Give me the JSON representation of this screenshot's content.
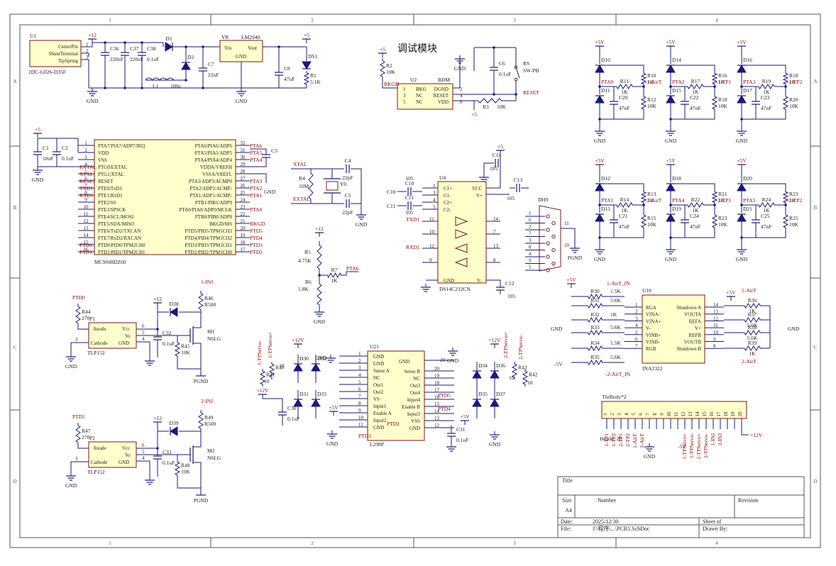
{
  "title_cn": "调试模块",
  "zones": {
    "columns": [
      "1",
      "2",
      "3",
      "4"
    ],
    "rows": [
      "A",
      "B",
      "C",
      "D"
    ]
  },
  "title_block": {
    "title_label": "Title",
    "size_label": "Size",
    "size_value": "A4",
    "number_label": "Number",
    "revision_label": "Revision",
    "date_label": "Date:",
    "date_value": "2025/12/30",
    "sheet_label": "Sheet    of",
    "file_label": "File:",
    "file_value": "J:\\程序\\...\\PCB1.SchDoc",
    "drawn_by_label": "Drawn By:"
  },
  "power_supply": {
    "u1_ref": "U1",
    "u1_pins": [
      "CenterPin",
      "ShuntTerminal",
      "TipSpring"
    ],
    "u1_part": "2DC-G026-D35F",
    "plus12": "+12",
    "plus5": "+5",
    "gnd": "GND",
    "c36": "C36",
    "c36_val": "220uF",
    "c37": "C37",
    "c37_val": "220uF",
    "c38": "C38",
    "c38_val": "0.1uF",
    "d1": "D1",
    "d2": "D2",
    "l1": "L1",
    "l1_val": "100u",
    "c7": "C7",
    "c7_val": "22uF",
    "vr": "VR",
    "vr_part": "LM2940",
    "vr_vin": "Vin",
    "vr_vout": "Vout",
    "vr_gnd": "GND",
    "c8": "C8",
    "c8_val": "47uF",
    "r1": "R1",
    "r1_val": "5.1K",
    "ds1": "DS1"
  },
  "mcu": {
    "ref": "MC9S08DZ60",
    "left_pins": [
      {
        "n": "1",
        "name": "PTA7/PIA7/ADP7/IRQ",
        "net": ""
      },
      {
        "n": "2",
        "name": "VDD",
        "net": ""
      },
      {
        "n": "3",
        "name": "VSS",
        "net": ""
      },
      {
        "n": "4",
        "name": "PTG0/EXTAL",
        "net": "EXTAL"
      },
      {
        "n": "5",
        "name": "PTG1/XTAL",
        "net": "XTAL"
      },
      {
        "n": "6",
        "name": "RESET",
        "net": "RESET"
      },
      {
        "n": "7",
        "name": "PTE0/TxD1",
        "net": "TXD1"
      },
      {
        "n": "8",
        "name": "PTE1/RxD1",
        "net": "RXD1"
      },
      {
        "n": "9",
        "name": "PTE2/SS",
        "net": ""
      },
      {
        "n": "10",
        "name": "PTE3/SPSCK",
        "net": ""
      },
      {
        "n": "11",
        "name": "PTE4/SCL/MOSI",
        "net": ""
      },
      {
        "n": "12",
        "name": "PTE5/SDA/MISO",
        "net": ""
      },
      {
        "n": "13",
        "name": "PTE6/TxD2/TXCAN",
        "net": ""
      },
      {
        "n": "14",
        "name": "PTE7/RxD2/RXCAN",
        "net": ""
      },
      {
        "n": "15",
        "name": "PTD0/PID0/TPM2CH0",
        "net": "PTD0"
      },
      {
        "n": "16",
        "name": "PTD1/PID1/TPM2CH1",
        "net": "PTD1"
      }
    ],
    "right_pins": [
      {
        "n": "32",
        "name": "PTA6/PIA6/ADP6",
        "net": "PTA6"
      },
      {
        "n": "31",
        "name": "PTA5/PIA5/ADP5",
        "net": "PTA5"
      },
      {
        "n": "30",
        "name": "PTA4/PIA4/ADP4",
        "net": "PTA4"
      },
      {
        "n": "29",
        "name": "VDDA/VREFH",
        "net": ""
      },
      {
        "n": "28",
        "name": "VSSA/VREFL",
        "net": ""
      },
      {
        "n": "27",
        "name": "PTA3/ADP3/ACMP0",
        "net": "PTA3"
      },
      {
        "n": "26",
        "name": "PTA2/ADP2/ACMP-",
        "net": "PTA2"
      },
      {
        "n": "25",
        "name": "PTA1/ADP1/ACMP-",
        "net": "PTA1"
      },
      {
        "n": "24",
        "name": "PTB1/PIB1/ADP9",
        "net": ""
      },
      {
        "n": "23",
        "name": "PTA0/PIA0/ADP0/MCLK",
        "net": "PTA0"
      },
      {
        "n": "22",
        "name": "PTB0/PIB0/ADP8",
        "net": ""
      },
      {
        "n": "21",
        "name": "BKGD/MS",
        "net": "BKGD"
      },
      {
        "n": "20",
        "name": "PTD5/PID5/TPM1CH3",
        "net": "PTD5"
      },
      {
        "n": "19",
        "name": "PTD4/PID4/TPM1CH2",
        "net": "PTD4"
      },
      {
        "n": "18",
        "name": "PTD3/PID3/TPM1CH1",
        "net": "PTD3"
      },
      {
        "n": "17",
        "name": "PTD2/PID2/TPM1CH0",
        "net": "PTD2"
      }
    ],
    "c1": "C1",
    "c1_val": "10uF",
    "c2": "C2",
    "c2_val": "0.1uF",
    "c3": "C3"
  },
  "debug": {
    "r2": "R2",
    "r2_val": "10K",
    "u2": "U2",
    "u2_part": "BDM",
    "u2_pins_left": [
      "BKG",
      "NC",
      "NC"
    ],
    "u2_pins_right": [
      "DGND",
      "RESET",
      "VDD"
    ],
    "u2_nums_left": [
      "1",
      "3",
      "5"
    ],
    "u2_nums_right": [
      "2",
      "4",
      "6"
    ],
    "bkgd": "BKGD",
    "c6": "C6",
    "c6_val": "0.1uF",
    "rs": "RS",
    "rs_part": "SW-PB",
    "r3": "R3",
    "r3_val": "10K",
    "reset": "RESET"
  },
  "crystal": {
    "xtal": "XTAL",
    "extal": "EXTAL",
    "r4": "R4",
    "r4_val": "10M",
    "c4": "C4",
    "c4_val": "22pF",
    "c5": "C5",
    "c5_val": "22pF",
    "y0": "Y0"
  },
  "rs232": {
    "u4": "U4",
    "u4_part": "DS14C232CN",
    "left": [
      "C1+",
      "C1-",
      "C2+",
      "C2-"
    ],
    "left_nums": [
      "1",
      "3",
      "4",
      "5"
    ],
    "right": [
      "VCC",
      "V+"
    ],
    "right_nums": [
      "16",
      "2"
    ],
    "c14": "C14",
    "c13": "C13",
    "c10": "C10",
    "c11": "C11",
    "c12": "C12",
    "cap_val": "105",
    "txd1": "TXD1",
    "rxd1": "RXD1",
    "dh9": "DH9",
    "pgnd": "PGND"
  },
  "divider": {
    "plus12": "+12",
    "r5": "R5",
    "r5_val": "4.75K",
    "r6": "R6",
    "r6_val": "1.8K",
    "r7": "R7",
    "r7_val": "1K",
    "pta6": "PTA6"
  },
  "airt_blocks": [
    {
      "pta": "PTA0",
      "d_top": "D10",
      "d_bot": "D11",
      "r_top": "R10",
      "r_mid": "R11",
      "r_bot": "R12",
      "c": "C20",
      "out": "1-AirT"
    },
    {
      "pta": "PTA2",
      "d_top": "D14",
      "d_bot": "D15",
      "r_top": "R16",
      "r_mid": "R17",
      "r_bot": "R18",
      "c": "C22",
      "out": "1-TP1"
    },
    {
      "pta": "PTA3",
      "d_top": "D16",
      "d_bot": "D17",
      "r_top": "R18",
      "r_mid": "R19",
      "r_bot": "R20",
      "c": "C23",
      "out": "1-TP2"
    },
    {
      "pta": "PTA1",
      "d_top": "D12",
      "d_bot": "D13",
      "r_top": "R13",
      "r_mid": "R14",
      "r_bot": "R15",
      "c": "C21",
      "out": "2-AirT"
    },
    {
      "pta": "PTA4",
      "d_top": "D18",
      "d_bot": "D19",
      "r_top": "R21",
      "r_mid": "R22",
      "r_bot": "R23",
      "c": "C24",
      "out": "2-TP1"
    },
    {
      "pta": "PTA5",
      "d_top": "D20",
      "d_bot": "D21",
      "r_top": "R23",
      "r_mid": "R24",
      "r_bot": "R25",
      "c": "C25",
      "out": "2-TP2"
    }
  ],
  "airt_values": {
    "r_top": "1K",
    "r_mid": "1K",
    "r_bot": "10K",
    "c": "47nF",
    "vcc": "+5V",
    "gnd": "GND"
  },
  "ina": {
    "u10": "U10",
    "part": "INA2322",
    "left": [
      "RGA",
      "VINA-",
      "VINA+",
      "V-",
      "VINB+",
      "VINB-",
      "RGB"
    ],
    "left_nums": [
      "1",
      "2",
      "3",
      "4",
      "5",
      "6",
      "7"
    ],
    "right": [
      "Shutdown A",
      "VOUTA",
      "REFA",
      "V+",
      "REFB",
      "VOUTB",
      "Shutdown B"
    ],
    "right_nums": [
      "14",
      "13",
      "12",
      "11",
      "10",
      "9",
      "8"
    ],
    "r_left": [
      "R30",
      "R31",
      "R32",
      "R33",
      "R34",
      "R35"
    ],
    "r_left_vals": [
      "1.5K",
      "5.6K",
      "1K",
      "5.6K",
      "1.5K",
      "5.6K"
    ],
    "r_right": [
      "R36",
      "R37",
      "R38",
      "R39"
    ],
    "r_right_vals": [
      "1K",
      "5.6K",
      "5.6K",
      "1K"
    ],
    "in1": "1-AirT_IN",
    "in2": "2-AirT_IN",
    "out1": "1-AirT",
    "out2": "2-AirT",
    "pv": "+5V",
    "nv": "-5V",
    "gnd": "GND"
  },
  "opto": [
    {
      "ptd": "PTD0",
      "r_in": "R44",
      "r_in_val": "270",
      "p": "P1",
      "part": "TLP152",
      "c": "C32",
      "c_val": "0.1uF",
      "r_g": "R45",
      "r_g_val": "10K",
      "d": "D38",
      "r_out": "R46",
      "r_out_val": "R500",
      "m": "M1",
      "m_part": "N6LG",
      "inj": "1-INJ"
    },
    {
      "ptd": "PTD1",
      "r_in": "R47",
      "r_in_val": "270",
      "p": "P2",
      "part": "TLP152",
      "c": "C33",
      "c_val": "0.1uF",
      "r_g": "R48",
      "r_g_val": "10K",
      "d": "D39",
      "r_out": "R49",
      "r_out_val": "R500",
      "m": "M2",
      "m_part": "N6LG",
      "inj": "2-INJ"
    }
  ],
  "opto_common": {
    "anode": "Anode",
    "cathode": "Cathode",
    "vcc": "Vcc",
    "vo": "Vo",
    "gnd": "GND",
    "plus12": "+12",
    "pgnd": "PGND"
  },
  "l298": {
    "u21": "U21",
    "part": "L298P",
    "left": [
      "GND",
      "GND",
      "Sense A",
      "NC",
      "Out1",
      "Out2",
      "VS",
      "Input1",
      "Enable A",
      "Input2",
      "GND"
    ],
    "left_nums": [
      "1",
      "2",
      "3",
      "4",
      "5",
      "6",
      "7",
      "8",
      "9",
      "10",
      "11"
    ],
    "right": [
      "Sense B",
      "NC",
      "Out3",
      "Out4",
      "Input4",
      "Enable B",
      "Input3",
      "VSS",
      "GND"
    ],
    "right_nums": [
      "20",
      "19",
      "18",
      "17",
      "16",
      "15",
      "14",
      "13",
      "12"
    ],
    "diodes": [
      "D30",
      "D32",
      "D31",
      "D33",
      "D34",
      "D36",
      "D35",
      "D37"
    ],
    "r40": "R40",
    "r41": "R41",
    "r42": "R42",
    "r43": "R43",
    "r_val": "10",
    "c30": "C30",
    "c31": "C31",
    "c_val": "0.1uF",
    "s1p": "1-TPServo+",
    "s1m": "1-TPServo-",
    "s2p": "2-TPServo+",
    "s2m": "2-TPServo-",
    "ptd2": "PTD2",
    "ptd3": "PTD3",
    "ptd4": "PTD4",
    "ptd5": "PTD5",
    "plus12v": "+12V",
    "plus5v": "+5V"
  },
  "header": {
    "ref": "ThrBody*2",
    "part": "Header 20",
    "nums": [
      "1",
      "2",
      "3",
      "4",
      "5",
      "6",
      "7",
      "8",
      "9",
      "10",
      "11",
      "12",
      "13",
      "14",
      "15",
      "16",
      "17",
      "18",
      "19",
      "20"
    ],
    "nets": [
      "1-TP1",
      "1-TP2",
      "2-TP1",
      "2-TP2",
      "1-AirT",
      "2-AirT",
      "",
      "",
      "",
      "",
      "",
      "1-TPServo+",
      "1-TPServo-",
      "2-TPServo+",
      "2-TPServo-",
      "1-INJ",
      "2-INJ",
      "",
      "",
      ""
    ],
    "gnd": "GND",
    "m5v": "-5V",
    "p12v": "+12V"
  }
}
